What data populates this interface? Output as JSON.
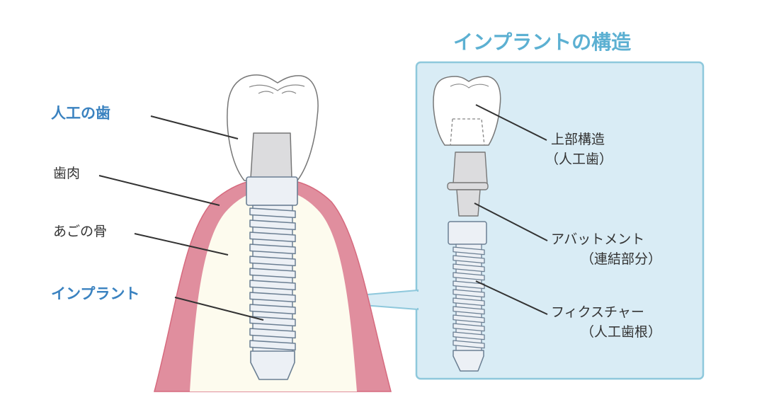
{
  "title": "インプラントの構造",
  "left_labels": {
    "artificial_tooth": "人工の歯",
    "gum": "歯肉",
    "jaw_bone": "あごの骨",
    "implant": "インプラント"
  },
  "right_labels": {
    "superstructure": "上部構造",
    "superstructure_sub": "（人工歯）",
    "abutment": "アバットメント",
    "abutment_sub": "（連結部分）",
    "fixture": "フィクスチャー",
    "fixture_sub": "（人工歯根）"
  },
  "colors": {
    "accent_blue": "#3a82c0",
    "title_blue": "#5cb0d2",
    "panel_fill": "#d9ecf5",
    "panel_border": "#8ec8dc",
    "gum": "#e08e9e",
    "bone": "#fdfbee"
  }
}
